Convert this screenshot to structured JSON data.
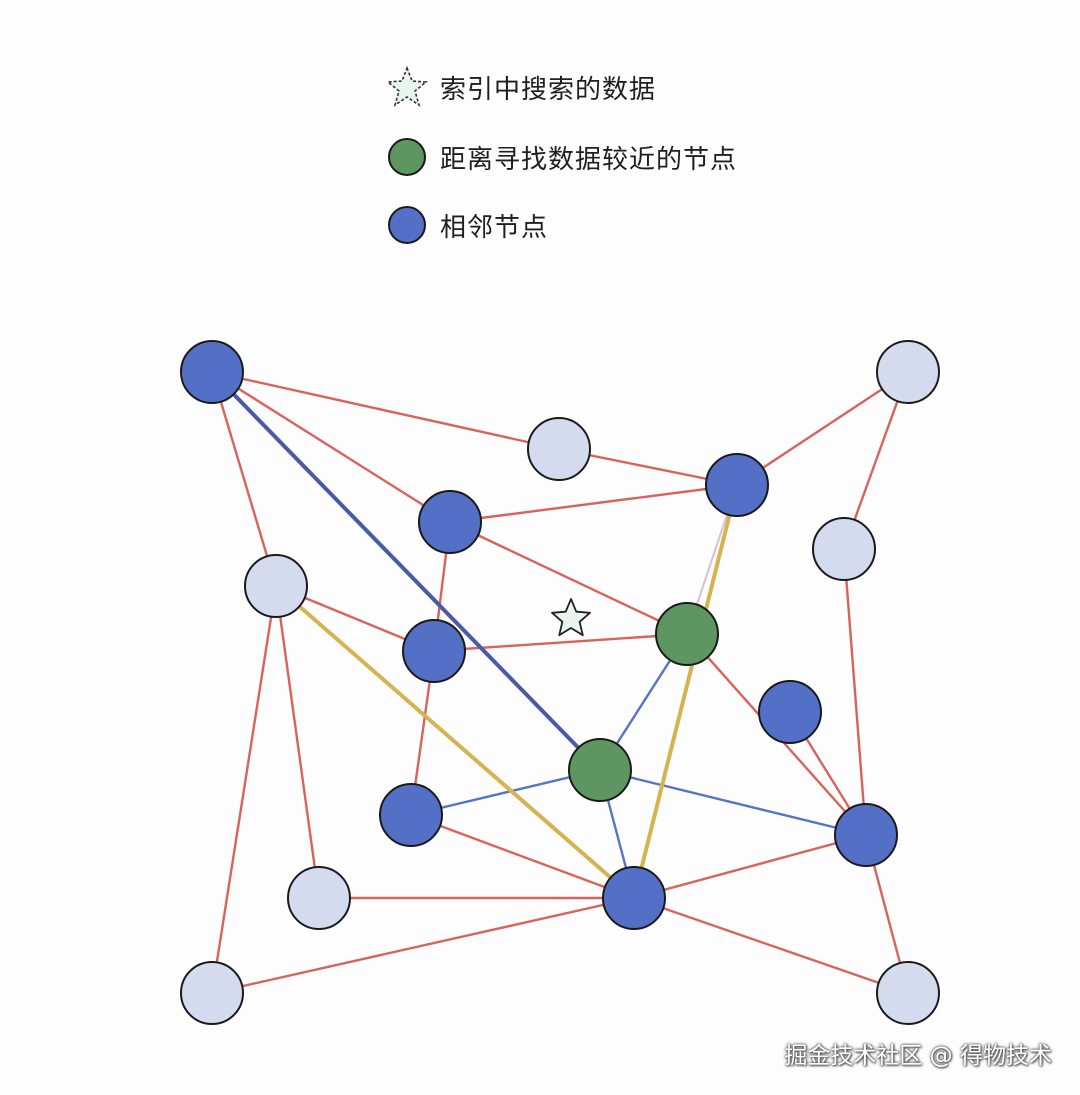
{
  "legend": {
    "items": [
      {
        "label": "索引中搜索的数据",
        "icon": "star-icon",
        "color": "#e8f5ec"
      },
      {
        "label": "距离寻找数据较近的节点",
        "icon": "green-circle-icon",
        "color": "#5d9660"
      },
      {
        "label": "相邻节点",
        "icon": "blue-circle-icon",
        "color": "#5470c6"
      }
    ]
  },
  "colors": {
    "query": "#e8f5ec",
    "near_node": "#5d9660",
    "neighbor_node": "#5470c6",
    "other_node": "#d4dbef",
    "edge_default": "#d9625c",
    "edge_search": "#5574c7",
    "edge_path_main": "#4a5ba3",
    "edge_path_alt": "#d4b350",
    "edge_faint": "#d8c0dc",
    "node_stroke": "#1a1a1a"
  },
  "graph": {
    "nodes": [
      {
        "id": "n1",
        "kind": "neighbor"
      },
      {
        "id": "n2",
        "kind": "other"
      },
      {
        "id": "n3",
        "kind": "other"
      },
      {
        "id": "n4",
        "kind": "neighbor"
      },
      {
        "id": "n5",
        "kind": "neighbor"
      },
      {
        "id": "n6",
        "kind": "other"
      },
      {
        "id": "n7",
        "kind": "other"
      },
      {
        "id": "n8",
        "kind": "neighbor"
      },
      {
        "id": "n9",
        "kind": "near"
      },
      {
        "id": "n10",
        "kind": "neighbor"
      },
      {
        "id": "n11",
        "kind": "near"
      },
      {
        "id": "n12",
        "kind": "neighbor"
      },
      {
        "id": "n13",
        "kind": "neighbor"
      },
      {
        "id": "n14",
        "kind": "neighbor"
      },
      {
        "id": "n15",
        "kind": "other"
      },
      {
        "id": "n16",
        "kind": "other"
      },
      {
        "id": "n17",
        "kind": "other"
      }
    ],
    "query": {
      "id": "q",
      "kind": "query"
    },
    "edges": [
      {
        "from": "n1",
        "to": "n3",
        "kind": "default"
      },
      {
        "from": "n1",
        "to": "n5",
        "kind": "default"
      },
      {
        "from": "n1",
        "to": "n6",
        "kind": "default"
      },
      {
        "from": "n3",
        "to": "n4",
        "kind": "default"
      },
      {
        "from": "n5",
        "to": "n4",
        "kind": "default"
      },
      {
        "from": "n5",
        "to": "n9",
        "kind": "default"
      },
      {
        "from": "n5",
        "to": "n8",
        "kind": "default"
      },
      {
        "from": "n4",
        "to": "n2",
        "kind": "default"
      },
      {
        "from": "n2",
        "to": "n7",
        "kind": "default"
      },
      {
        "from": "n7",
        "to": "n13",
        "kind": "default"
      },
      {
        "from": "n6",
        "to": "n8",
        "kind": "default"
      },
      {
        "from": "n8",
        "to": "n9",
        "kind": "default"
      },
      {
        "from": "n8",
        "to": "n12",
        "kind": "default"
      },
      {
        "from": "n9",
        "to": "n13",
        "kind": "default"
      },
      {
        "from": "n10",
        "to": "n13",
        "kind": "default"
      },
      {
        "from": "n6",
        "to": "n16",
        "kind": "default"
      },
      {
        "from": "n6",
        "to": "n15",
        "kind": "default"
      },
      {
        "from": "n12",
        "to": "n14",
        "kind": "default"
      },
      {
        "from": "n15",
        "to": "n14",
        "kind": "default"
      },
      {
        "from": "n16",
        "to": "n14",
        "kind": "default"
      },
      {
        "from": "n14",
        "to": "n13",
        "kind": "default"
      },
      {
        "from": "n13",
        "to": "n17",
        "kind": "default"
      },
      {
        "from": "n14",
        "to": "n17",
        "kind": "default"
      },
      {
        "from": "n1",
        "to": "n11",
        "kind": "path_main"
      },
      {
        "from": "n6",
        "to": "n14",
        "kind": "path_alt"
      },
      {
        "from": "n4",
        "to": "n14",
        "kind": "path_alt"
      },
      {
        "from": "n4",
        "to": "n9",
        "kind": "faint"
      },
      {
        "from": "n11",
        "to": "n9",
        "kind": "search"
      },
      {
        "from": "n11",
        "to": "n12",
        "kind": "search"
      },
      {
        "from": "n11",
        "to": "n13",
        "kind": "search"
      },
      {
        "from": "n11",
        "to": "n14",
        "kind": "search"
      }
    ]
  },
  "watermark": "掘金技术社区 @ 得物技术"
}
